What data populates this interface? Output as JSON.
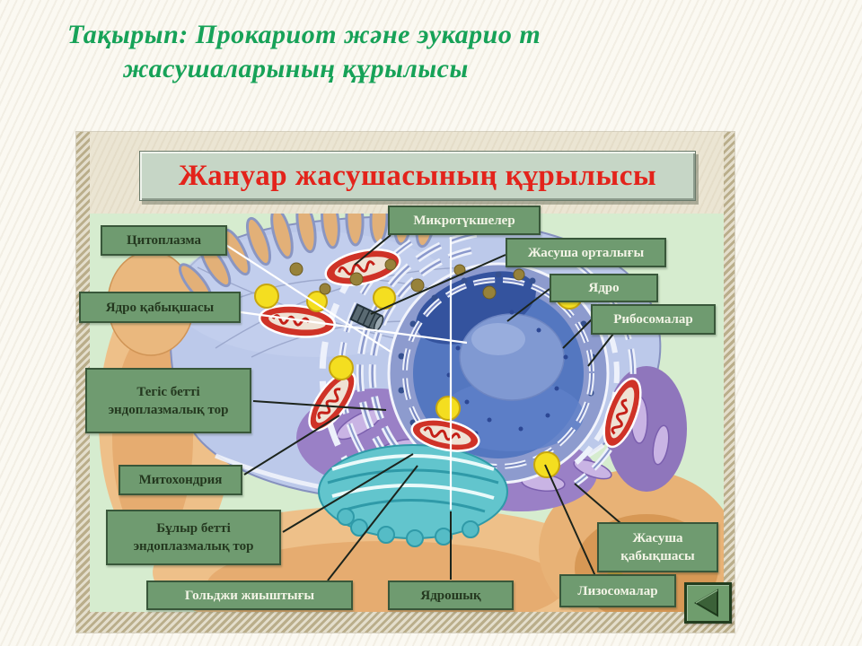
{
  "title": {
    "line1": "Тақырып: Прокариот және эукарио т",
    "line2": "жасушаларының құрылысы"
  },
  "diagram": {
    "banner": "Жануар жасушасының құрылысы",
    "labels": [
      {
        "id": "cytoplasm",
        "text": "Цитоплазма"
      },
      {
        "id": "microvilli",
        "text": "Микротүкшелер"
      },
      {
        "id": "cell-center",
        "text": "Жасуша орталығы"
      },
      {
        "id": "nucleus",
        "text": "Ядро"
      },
      {
        "id": "ribosomes",
        "text": "Рибосомалар"
      },
      {
        "id": "nuclear-envelope",
        "text": "Ядро қабықшасы"
      },
      {
        "id": "smooth-er",
        "text": "Тегіс бетті эндоплазмалық тор"
      },
      {
        "id": "mitochondria",
        "text": "Митохондрия"
      },
      {
        "id": "rough-er",
        "text": "Бұлыр бетті эндоплазмалық тор"
      },
      {
        "id": "golgi",
        "text": "Гольджи жиыштығы"
      },
      {
        "id": "nucleolus",
        "text": "Ядрошық"
      },
      {
        "id": "cell-membrane",
        "text": "Жасуша қабықшасы"
      },
      {
        "id": "lysosomes",
        "text": "Лизосомалар"
      }
    ]
  },
  "nav": {
    "back_icon": "back-arrow-icon"
  },
  "colors": {
    "title_green": "#17a258",
    "banner_red": "#e3231b",
    "label_box_green": "#6f9b70",
    "panel_green": "#d6eccf",
    "button_green": "#6f9d6d"
  }
}
